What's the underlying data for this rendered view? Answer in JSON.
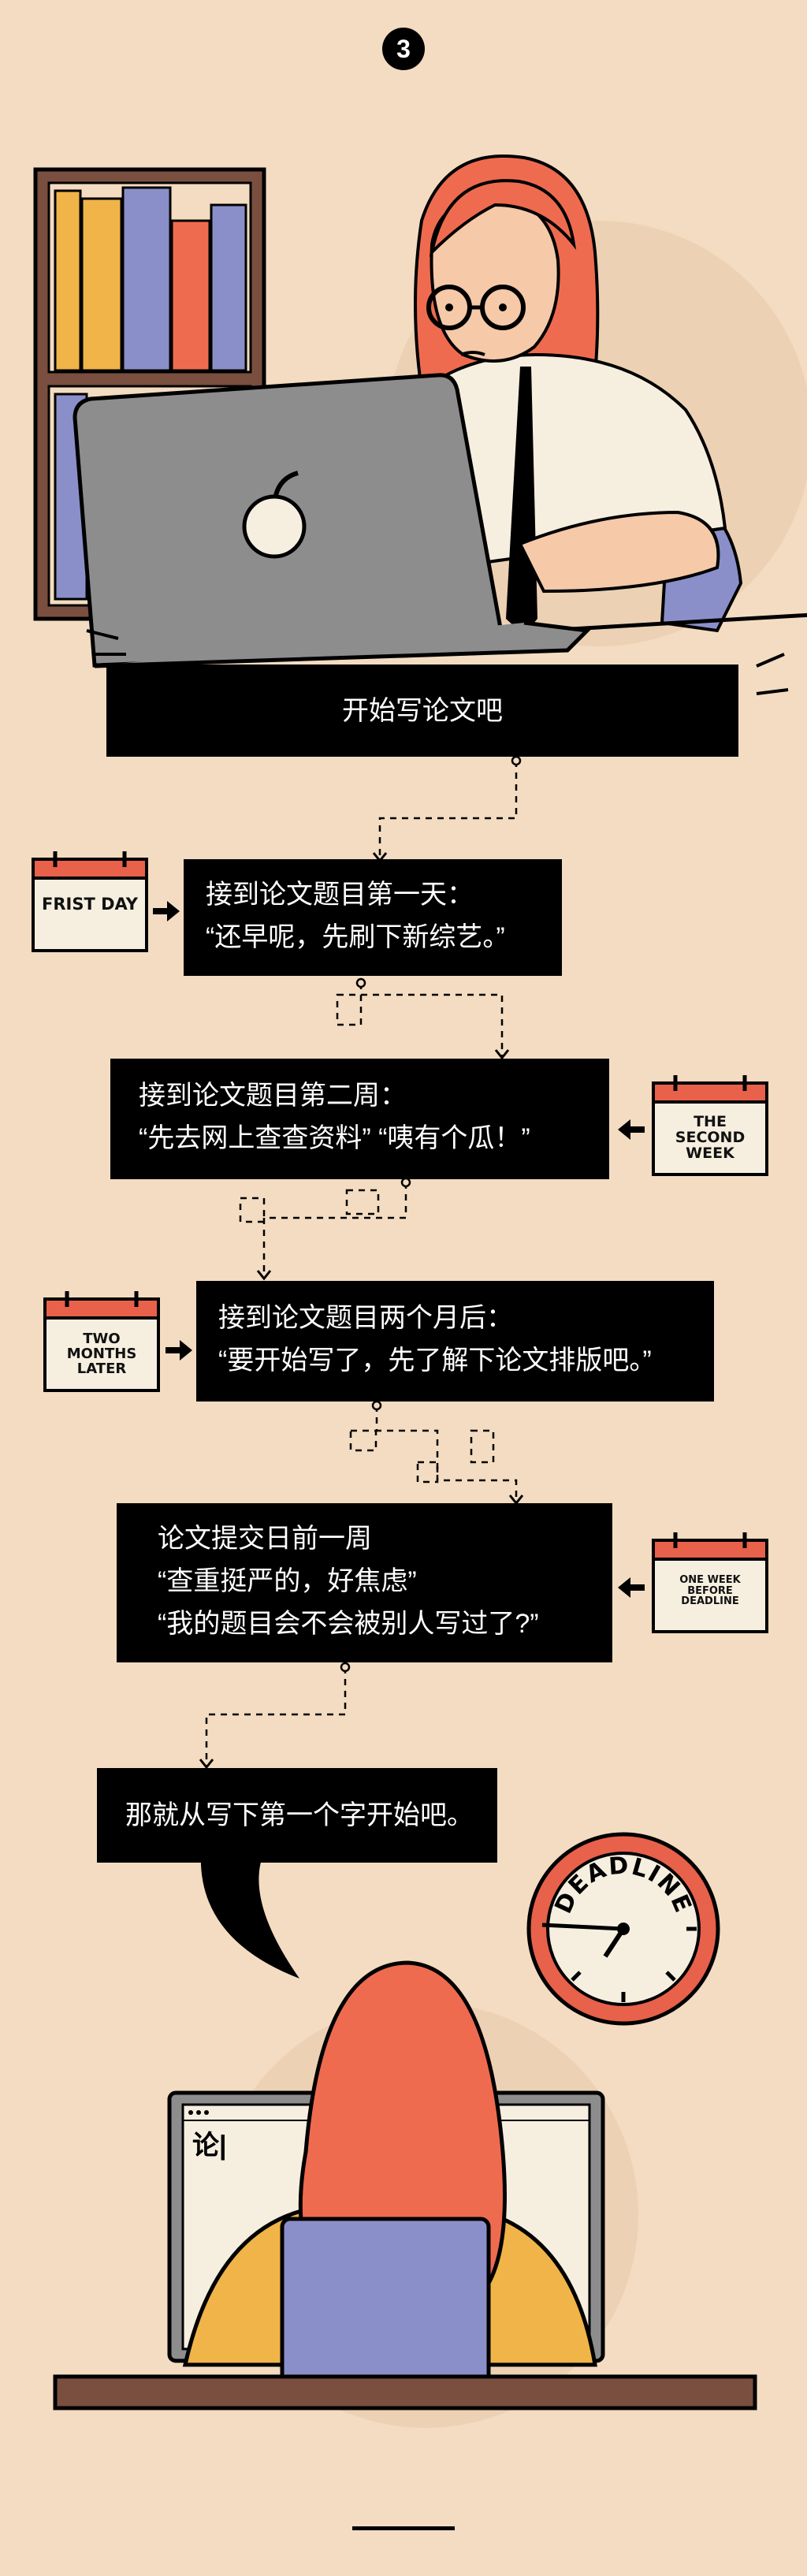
{
  "step_number": "3",
  "story": {
    "start_caption": "开始写论文吧",
    "milestones": [
      {
        "calendar_label": "FRIST DAY",
        "lines": [
          "接到论文题目第一天：",
          "“还早呢，先刷下新综艺。”"
        ]
      },
      {
        "calendar_label": "THE SECOND WEEK",
        "lines": [
          "接到论文题目第二周：",
          "“先去网上查查资料” “咦有个瓜！”"
        ]
      },
      {
        "calendar_label": "TWO MONTHS LATER",
        "lines": [
          "接到论文题目两个月后：",
          "“要开始写了，先了解下论文排版吧。”"
        ]
      },
      {
        "calendar_label": "ONE WEEK BEFORE DEADLINE",
        "lines": [
          "论文提交日前一周",
          "“查重挺严的，好焦虑”",
          "“我的题目会不会被别人写过了?”"
        ]
      }
    ],
    "final_bubble": "那就从写下第一个字开始吧。",
    "clock_label": "DEADLINE",
    "screen_text": "论|"
  },
  "colors": {
    "background": "#f3dcc1",
    "hair": "#ef6b4f",
    "calendar_top": "#e8614a",
    "laptop_gray": "#8d8d8d",
    "shirt_yellow": "#f0b448",
    "chair_blue": "#8b8fc9",
    "shelf_brown": "#7a4f3f"
  }
}
